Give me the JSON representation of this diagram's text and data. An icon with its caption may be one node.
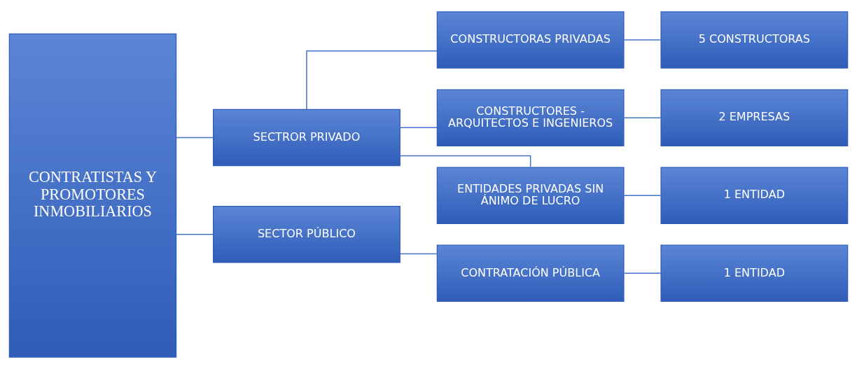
{
  "diagram": {
    "nodes": [
      {
        "text": [
          "CONTRATISTAS Y PROMOTORES INMOBILIARIOS"
        ]
      },
      {
        "text": [
          "SECTROR PRIVADO"
        ]
      },
      {
        "text": [
          "SECTOR PÚBLICO"
        ]
      },
      {
        "text": [
          "CONSTRUCTORAS PRIVADAS"
        ]
      },
      {
        "text": [
          "CONSTRUCTORES - ARQUITECTOS E INGENIEROS"
        ]
      },
      {
        "text": [
          "ENTIDADES PRIVADAS SIN ÁNIMO DE LUCRO"
        ]
      },
      {
        "text": [
          "CONTRATACIÓN PÚBLICA"
        ]
      },
      {
        "text": [
          "5 CONSTRUCTORAS"
        ]
      },
      {
        "text": [
          "2 EMPRESAS"
        ]
      },
      {
        "text": [
          "1 ENTIDAD"
        ]
      },
      {
        "text": [
          "1 ENTIDAD"
        ]
      }
    ],
    "edges": [
      {
        "from": 0,
        "to": 1,
        "arrow": "none"
      },
      {
        "from": 0,
        "to": 2,
        "arrow": "none"
      },
      {
        "from": 1,
        "to": 3,
        "arrow": "none"
      },
      {
        "from": 1,
        "to": 4,
        "arrow": "none"
      },
      {
        "from": 1,
        "to": 5,
        "arrow": "none"
      },
      {
        "from": 2,
        "to": 6,
        "arrow": "none"
      },
      {
        "from": 3,
        "to": 7,
        "arrow": "none"
      },
      {
        "from": 4,
        "to": 8,
        "arrow": "none"
      },
      {
        "from": 5,
        "to": 9,
        "arrow": "none"
      },
      {
        "from": 6,
        "to": 10,
        "arrow": "none"
      }
    ]
  }
}
